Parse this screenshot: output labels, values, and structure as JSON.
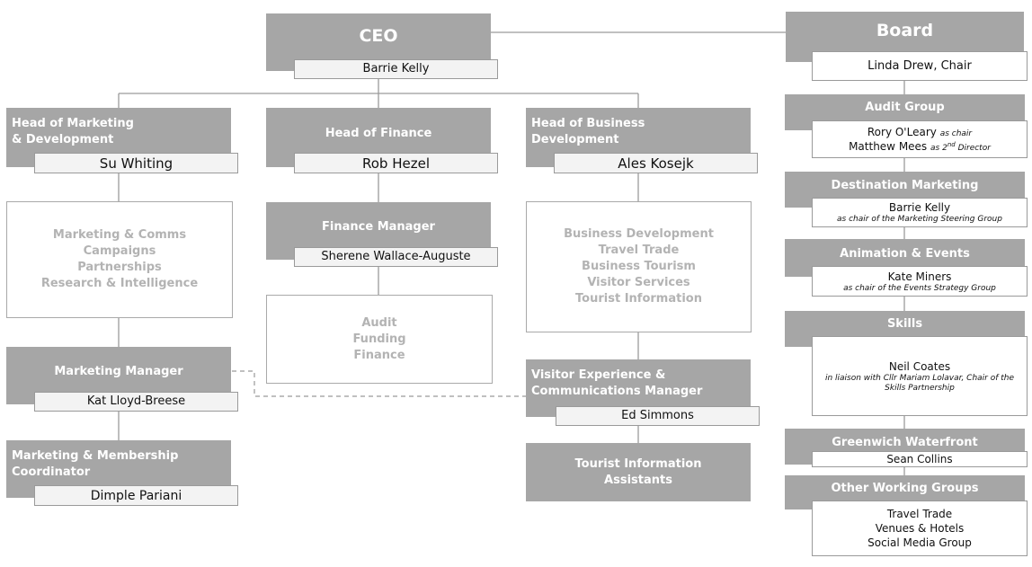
{
  "ceo": {
    "title": "CEO",
    "name": "Barrie Kelly"
  },
  "board": {
    "title": "Board",
    "name": "Linda Drew, Chair"
  },
  "marketing": {
    "head_title_1": "Head of Marketing",
    "head_title_2": "& Development",
    "head_name": "Su Whiting",
    "areas": [
      "Marketing & Comms",
      "Campaigns",
      "Partnerships",
      "Research & Intelligence"
    ],
    "manager_title": "Marketing Manager",
    "manager_name": "Kat Lloyd-Breese",
    "coordinator_title_1": "Marketing & Membership",
    "coordinator_title_2": "Coordinator",
    "coordinator_name": "Dimple Pariani"
  },
  "finance": {
    "head_title": "Head of Finance",
    "head_name": "Rob Hezel",
    "manager_title": "Finance Manager",
    "manager_name": "Sherene Wallace-Auguste",
    "areas": [
      "Audit",
      "Funding",
      "Finance"
    ]
  },
  "business": {
    "head_title_1": "Head of Business",
    "head_title_2": "Development",
    "head_name": "Ales Kosejk",
    "areas": [
      "Business Development",
      "Travel Trade",
      "Business Tourism",
      "Visitor Services",
      "Tourist Information"
    ],
    "vx_title_1": "Visitor Experience &",
    "vx_title_2": "Communications Manager",
    "vx_name": "Ed Simmons",
    "tia_title_1": "Tourist Information",
    "tia_title_2": "Assistants"
  },
  "groups": {
    "audit": {
      "title": "Audit Group",
      "name1": "Rory O'Leary",
      "role1": "as chair",
      "name2": "Matthew Mees",
      "role2_pre": "as 2",
      "role2_sup": "nd",
      "role2_post": " Director"
    },
    "destination": {
      "title": "Destination Marketing",
      "name": "Barrie Kelly",
      "note": "as chair of the Marketing Steering Group"
    },
    "animation": {
      "title": "Animation & Events",
      "name": "Kate Miners",
      "note": "as chair of the Events Strategy Group"
    },
    "skills": {
      "title": "Skills",
      "name": "Neil Coates",
      "note": "in liaison with Cllr Mariam Lolavar, Chair of the Skills Partnership"
    },
    "greenwich": {
      "title": "Greenwich Waterfront",
      "name": "Sean Collins"
    },
    "other": {
      "title": "Other Working Groups",
      "items": [
        "Travel Trade",
        "Venues & Hotels",
        "Social Media Group"
      ]
    }
  }
}
